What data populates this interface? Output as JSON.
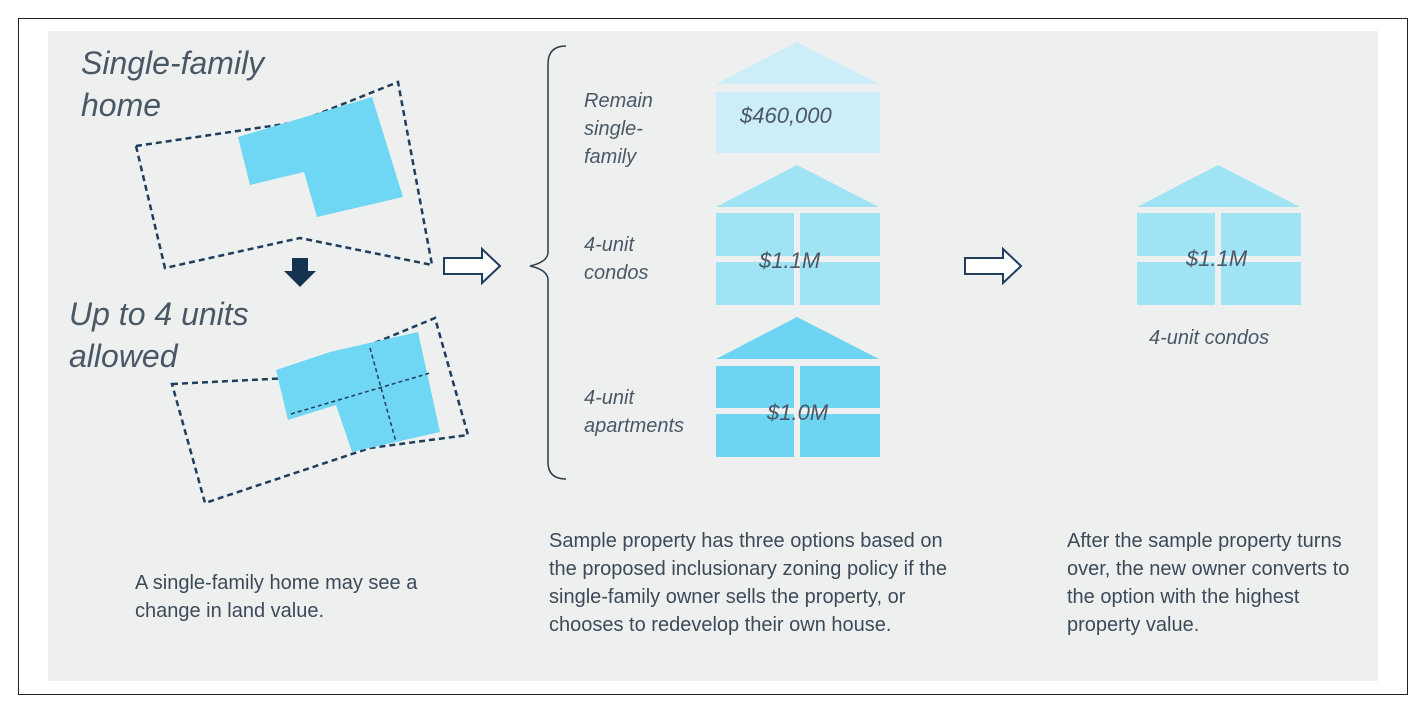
{
  "left": {
    "top_label": "Single-family home",
    "top_label_lines": [
      "Single-family",
      "home"
    ],
    "bottom_label_lines": [
      "Up to 4 units",
      "allowed"
    ],
    "description": "A single-family home may see a change in land value."
  },
  "options": [
    {
      "label_lines": [
        "Remain",
        "single-",
        "family"
      ],
      "price": "$460,000"
    },
    {
      "label_lines": [
        "4-unit",
        "condos"
      ],
      "price": "$1.1M"
    },
    {
      "label_lines": [
        "4-unit",
        "apartments"
      ],
      "price": "$1.0M"
    }
  ],
  "middle_description": "Sample property has three options based on the proposed inclusionary zoning policy  if the single-family owner sells the property, or chooses to redevelop their own house.",
  "result": {
    "price": "$1.1M",
    "label": "4-unit condos"
  },
  "right_description": "After the sample property turns over, the new owner converts to the option with the highest property value.",
  "colors": {
    "panel": "#eef0ef",
    "house_light": "#cdeef9",
    "house_mid": "#9fe3f5",
    "house_dark": "#6dd5f2",
    "building": "#6fd7f3",
    "outline": "#1f3d5c",
    "arrow_dark": "#163352"
  }
}
